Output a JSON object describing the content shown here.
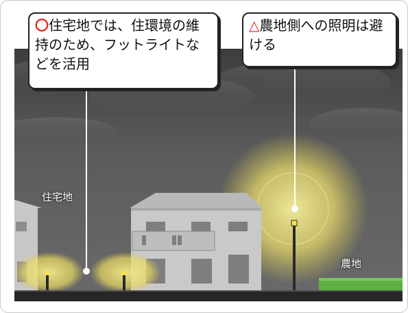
{
  "callouts": {
    "left": {
      "symbol": "〇",
      "symbol_color": "#e8231a",
      "text": "住宅地では、住環境の維持のため、フットライトなどを活用"
    },
    "right": {
      "symbol": "△",
      "symbol_color": "#e8231a",
      "text": "農地側への照明は避ける"
    }
  },
  "labels": {
    "residential": "住宅地",
    "farmland": "農地"
  },
  "colors": {
    "light_glow": "#f2e88a",
    "hedge": "#5fb043",
    "sky": "#4a4a4a"
  }
}
